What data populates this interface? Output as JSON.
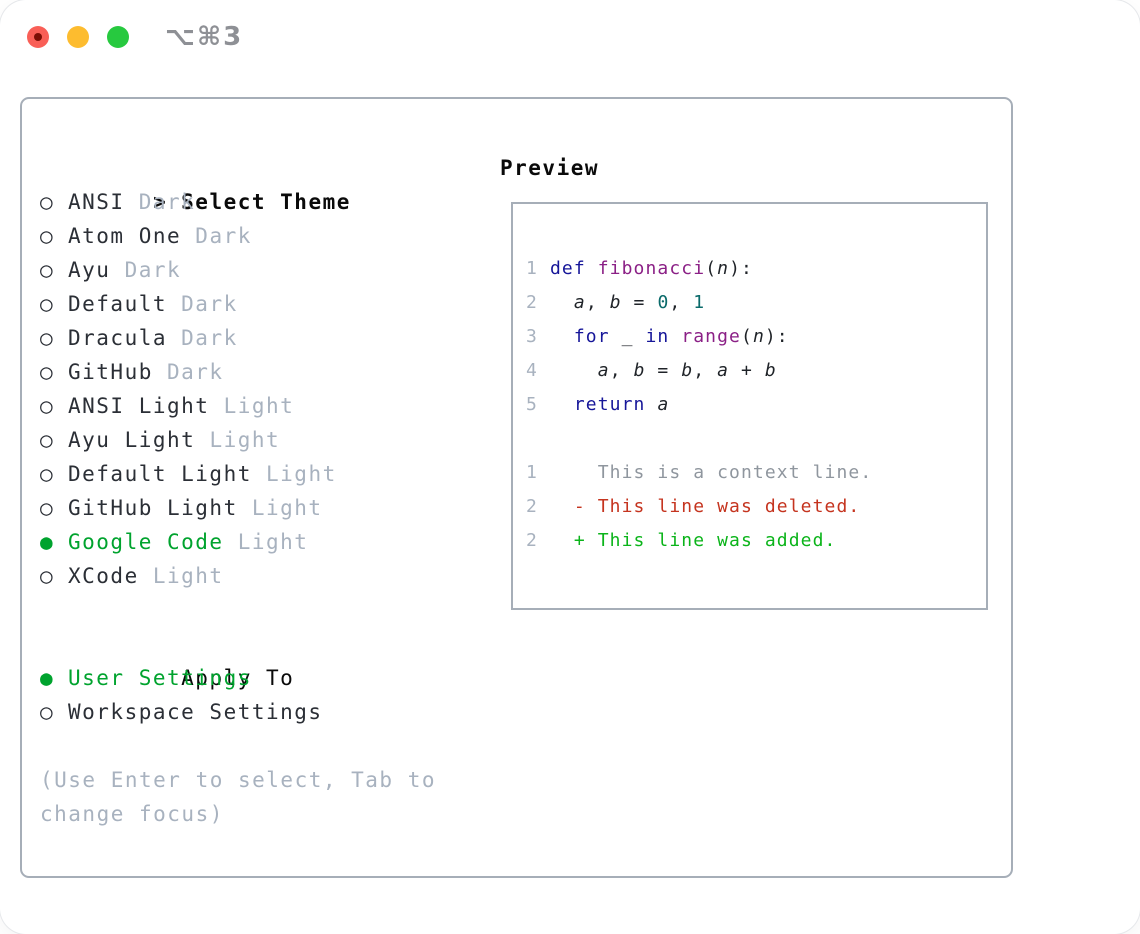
{
  "window": {
    "shortcut": "⌥⌘3"
  },
  "colors": {
    "accent-green": "#00a32e",
    "diff-del": "#c5341f",
    "diff-add": "#0bb41a",
    "code-keyword": "#161699",
    "code-type": "#8b2086",
    "code-literal": "#0a6a6a",
    "code-plain": "#1f2328",
    "text-main": "#2b2f36",
    "text-muted": "#a8b2bf",
    "text-context": "#8f969e",
    "border": "#a6aeb8",
    "traffic-red": "#f95f57",
    "traffic-yellow": "#fdbc2f",
    "traffic-green": "#27c93f",
    "titlebar-text": "#8e9095"
  },
  "theme_panel": {
    "cursor": ">",
    "title": "Select Theme",
    "items": [
      {
        "name": "ANSI",
        "variant": "Dark",
        "selected": false
      },
      {
        "name": "Atom One",
        "variant": "Dark",
        "selected": false
      },
      {
        "name": "Ayu",
        "variant": "Dark",
        "selected": false
      },
      {
        "name": "Default",
        "variant": "Dark",
        "selected": false
      },
      {
        "name": "Dracula",
        "variant": "Dark",
        "selected": false
      },
      {
        "name": "GitHub",
        "variant": "Dark",
        "selected": false
      },
      {
        "name": "ANSI Light",
        "variant": "Light",
        "selected": false
      },
      {
        "name": "Ayu Light",
        "variant": "Light",
        "selected": false
      },
      {
        "name": "Default Light",
        "variant": "Light",
        "selected": false
      },
      {
        "name": "GitHub Light",
        "variant": "Light",
        "selected": false
      },
      {
        "name": "Google Code",
        "variant": "Light",
        "selected": true
      },
      {
        "name": "XCode",
        "variant": "Light",
        "selected": false
      }
    ]
  },
  "apply_panel": {
    "title": "Apply To",
    "options": [
      {
        "label": "User Settings",
        "selected": true
      },
      {
        "label": "Workspace Settings",
        "selected": false
      }
    ]
  },
  "footer_hint": {
    "line1": "(Use Enter to select, Tab to",
    "line2": "change focus)"
  },
  "preview": {
    "title": "Preview",
    "code_lines": [
      {
        "num": "1",
        "tokens": [
          [
            "def ",
            "kw"
          ],
          [
            "fibonacci",
            "ty"
          ],
          [
            "(",
            "pl"
          ],
          [
            "n",
            "va"
          ],
          [
            "):",
            "pl"
          ]
        ]
      },
      {
        "num": "2",
        "tokens": [
          [
            "  ",
            "pl"
          ],
          [
            "a",
            "va"
          ],
          [
            ", ",
            "pl"
          ],
          [
            "b",
            "va"
          ],
          [
            " = ",
            "pl"
          ],
          [
            "0",
            "lit"
          ],
          [
            ", ",
            "pl"
          ],
          [
            "1",
            "lit"
          ]
        ]
      },
      {
        "num": "3",
        "tokens": [
          [
            "  ",
            "pl"
          ],
          [
            "for",
            "kw"
          ],
          [
            " ",
            "pl"
          ],
          [
            "_",
            "va"
          ],
          [
            " ",
            "pl"
          ],
          [
            "in",
            "kw"
          ],
          [
            " ",
            "pl"
          ],
          [
            "range",
            "ty"
          ],
          [
            "(",
            "pl"
          ],
          [
            "n",
            "va"
          ],
          [
            "):",
            "pl"
          ]
        ]
      },
      {
        "num": "4",
        "tokens": [
          [
            "    ",
            "pl"
          ],
          [
            "a",
            "va"
          ],
          [
            ", ",
            "pl"
          ],
          [
            "b",
            "va"
          ],
          [
            " = ",
            "pl"
          ],
          [
            "b",
            "va"
          ],
          [
            ", ",
            "pl"
          ],
          [
            "a",
            "va"
          ],
          [
            " + ",
            "pl"
          ],
          [
            "b",
            "va"
          ]
        ]
      },
      {
        "num": "5",
        "tokens": [
          [
            "  ",
            "pl"
          ],
          [
            "return",
            "kw"
          ],
          [
            " ",
            "pl"
          ],
          [
            "a",
            "va"
          ]
        ]
      }
    ],
    "diff_lines": [
      {
        "num": "1",
        "sign": " ",
        "text": "This is a context line.",
        "kind": "ctx"
      },
      {
        "num": "2",
        "sign": "-",
        "text": "This line was deleted.",
        "kind": "del"
      },
      {
        "num": "2",
        "sign": "+",
        "text": "This line was added.",
        "kind": "add"
      }
    ]
  }
}
